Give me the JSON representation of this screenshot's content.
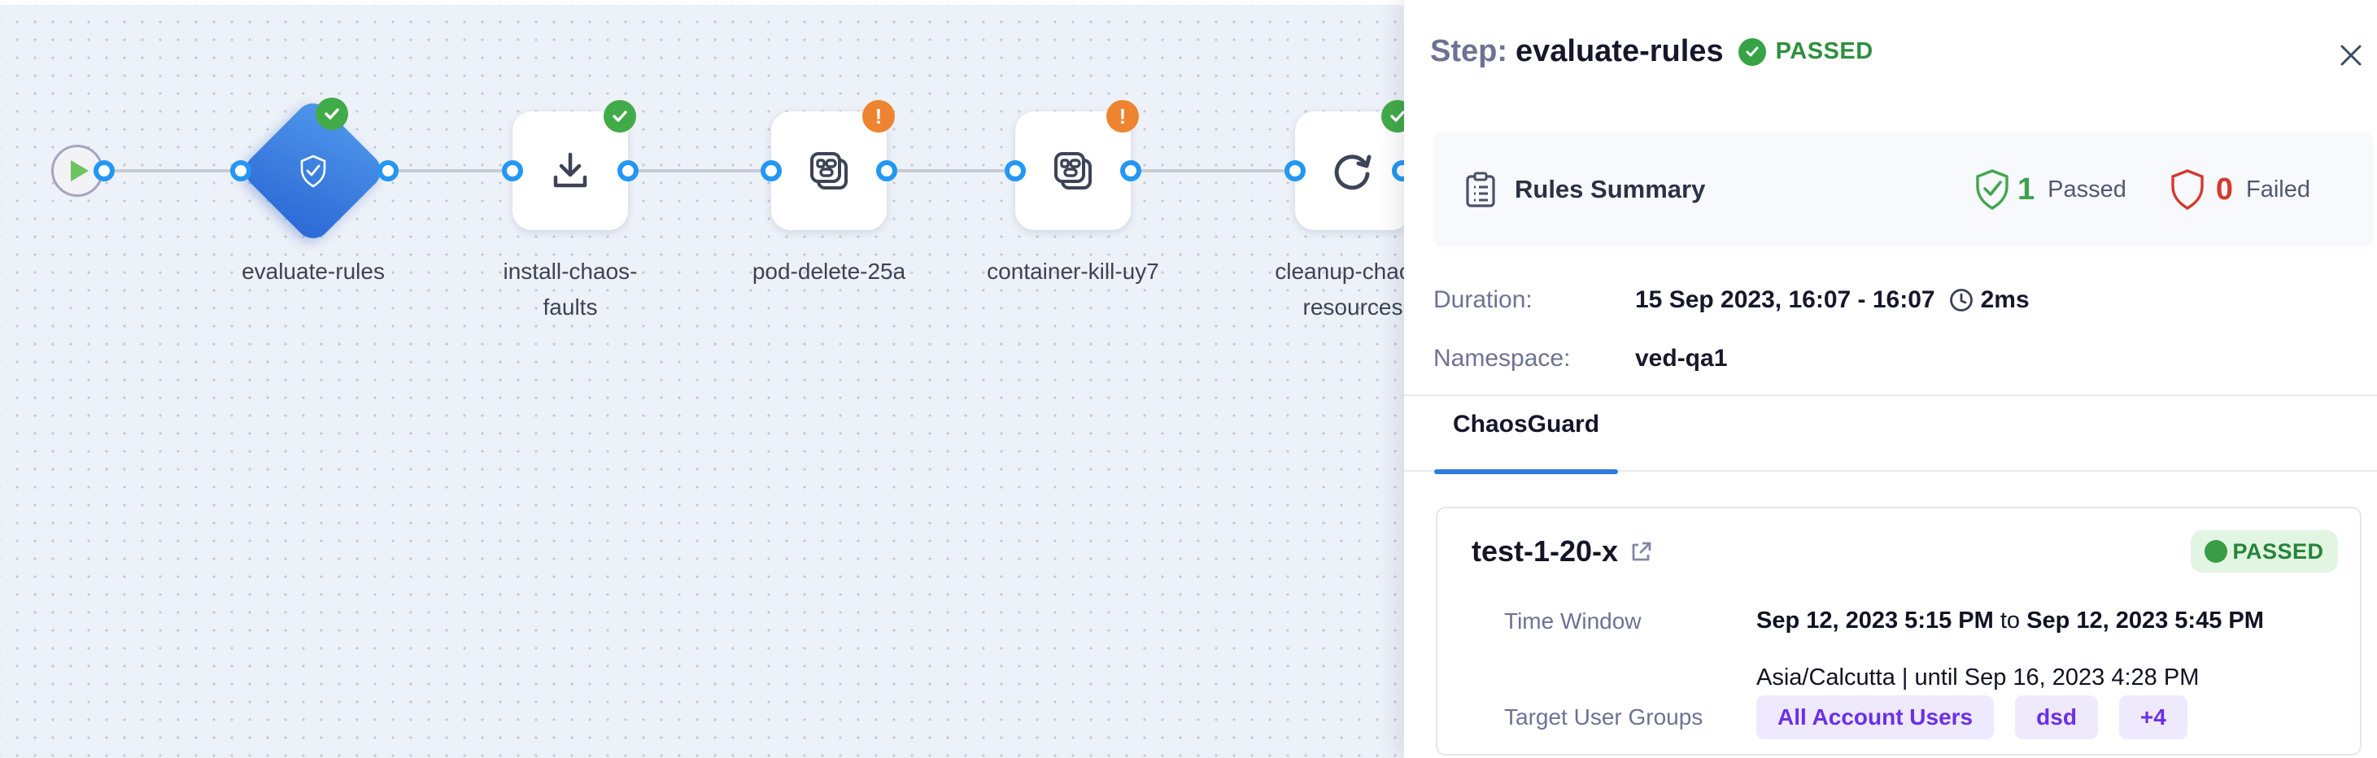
{
  "canvas": {
    "nodes": [
      {
        "id": "start",
        "label": ""
      },
      {
        "id": "evaluate-rules",
        "label": "evaluate-rules",
        "status": "passed"
      },
      {
        "id": "install-chaos-faults",
        "label": "install-chaos-\nfaults",
        "status": "passed"
      },
      {
        "id": "pod-delete-25a",
        "label": "pod-delete-25a",
        "status": "warning"
      },
      {
        "id": "container-kill-uy7",
        "label": "container-kill-uy7",
        "status": "warning"
      },
      {
        "id": "cleanup-chaos-resources",
        "label": "cleanup-chaos-\nresources",
        "status": "passed"
      }
    ],
    "warning_glyph": "!"
  },
  "panel": {
    "title_prefix": "Step:",
    "title_name": "evaluate-rules",
    "status": "PASSED",
    "rules_summary": {
      "label": "Rules Summary",
      "passed_count": "1",
      "passed_label": "Passed",
      "failed_count": "0",
      "failed_label": "Failed"
    },
    "duration": {
      "label": "Duration:",
      "value": "15 Sep 2023, 16:07 - 16:07",
      "elapsed": "2ms"
    },
    "namespace": {
      "label": "Namespace:",
      "value": "ved-qa1"
    },
    "tab": {
      "label": "ChaosGuard",
      "active": true
    },
    "guard_card": {
      "name": "test-1-20-x",
      "status": "PASSED",
      "time_window_label": "Time Window",
      "time_from": "Sep 12, 2023 5:15 PM",
      "time_join": " to ",
      "time_to": "Sep 12, 2023 5:45 PM",
      "timezone_line": "Asia/Calcutta | until Sep 16, 2023 4:28 PM",
      "target_label": "Target User Groups",
      "groups": [
        "All Account Users",
        "dsd",
        "+4"
      ]
    }
  },
  "colors": {
    "accent_blue": "#2e7ce0",
    "node_blue": "#3a7fe0",
    "success_green": "#37a344",
    "warning_orange": "#ee8430",
    "fail_red": "#d63a2e",
    "purple_pill_text": "#6930e8",
    "canvas_bg": "#edf1f8"
  }
}
